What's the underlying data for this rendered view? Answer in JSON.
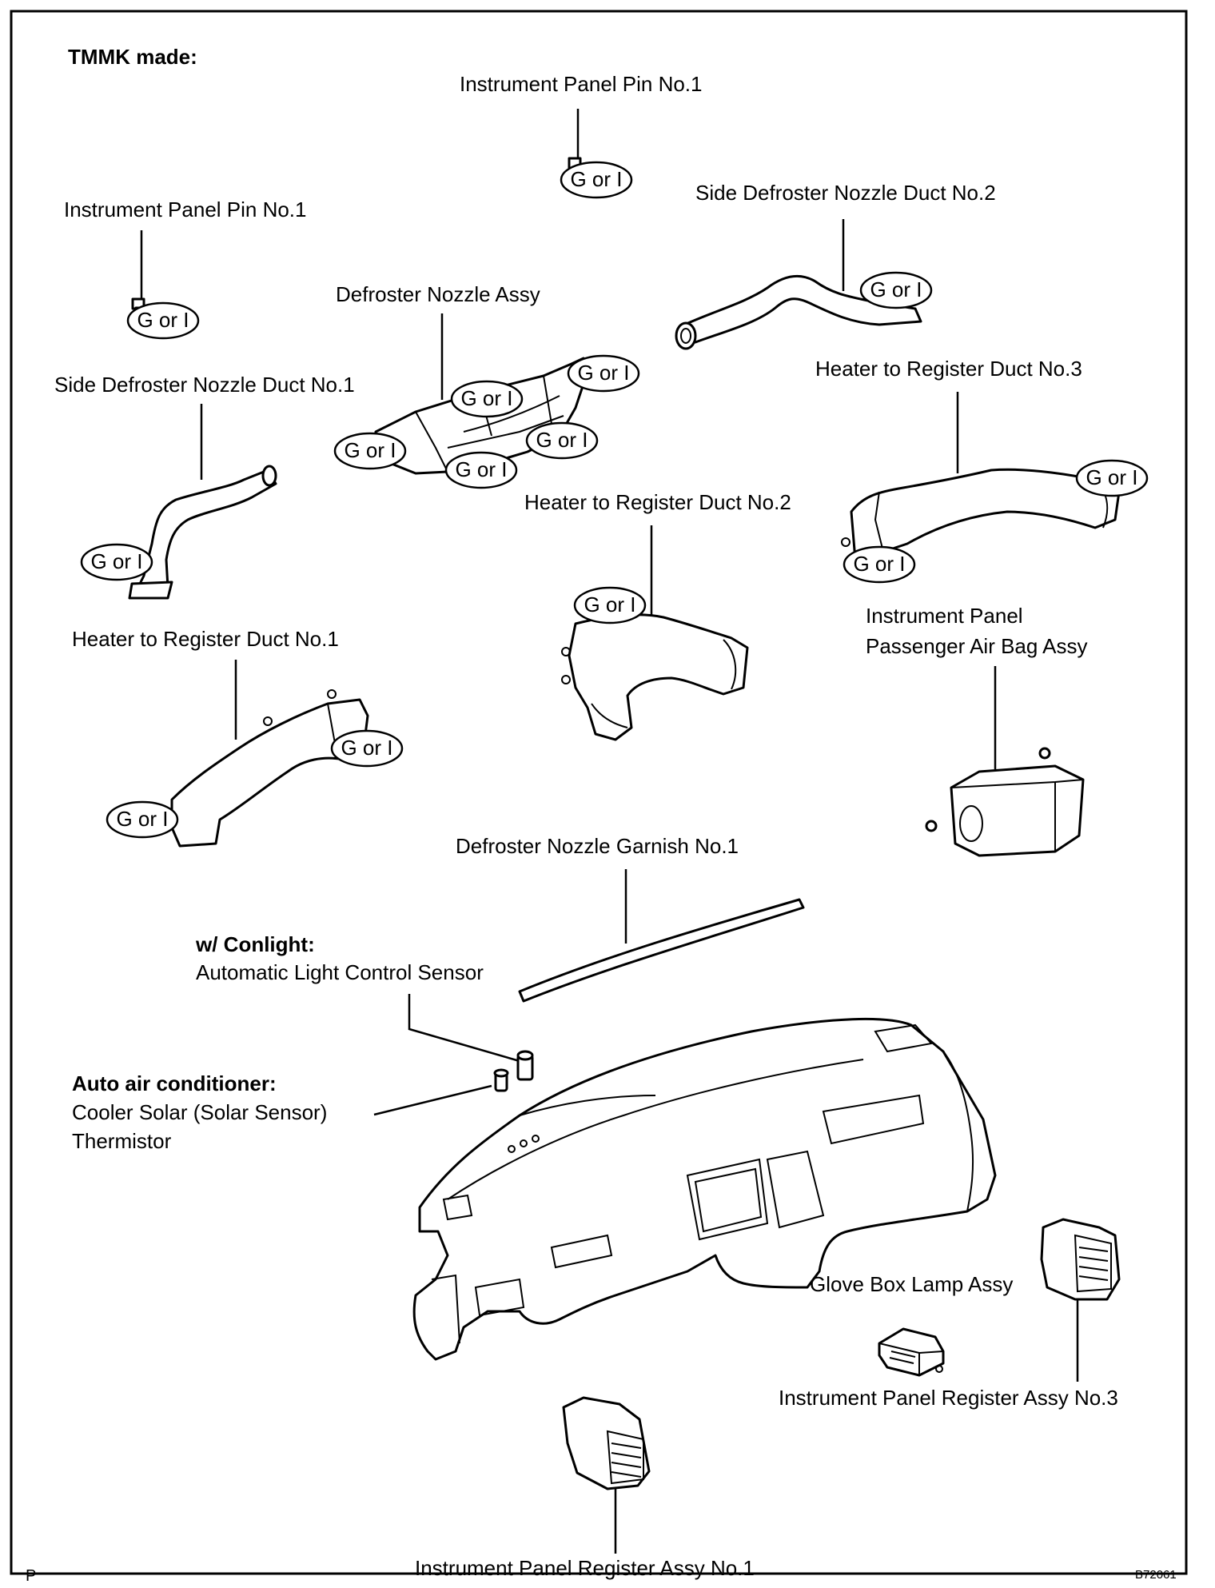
{
  "heading": "TMMK made:",
  "footer": {
    "left": "P",
    "right": "B72061"
  },
  "badge_text": "G or I",
  "labels": {
    "pin_top": "Instrument Panel Pin No.1",
    "pin_left": "Instrument Panel Pin No.1",
    "side_defroster_no2": "Side Defroster Nozzle Duct No.2",
    "defroster_nozzle_assy": "Defroster Nozzle Assy",
    "side_defroster_no1": "Side Defroster Nozzle Duct No.1",
    "heater_reg_no3": "Heater to Register Duct No.3",
    "heater_reg_no2": "Heater to Register Duct No.2",
    "heater_reg_no1": "Heater to Register Duct No.1",
    "airbag_line1": "Instrument Panel",
    "airbag_line2": "Passenger Air Bag Assy",
    "defroster_garnish": "Defroster Nozzle Garnish No.1",
    "conlight_heading": "w/ Conlight:",
    "conlight_sensor": "Automatic Light Control Sensor",
    "auto_ac_heading": "Auto air conditioner:",
    "solar_line1": "Cooler Solar (Solar Sensor)",
    "solar_line2": "Thermistor",
    "glove_box_lamp": "Glove Box Lamp Assy",
    "register_no3": "Instrument Panel Register Assy No.3",
    "register_no1": "Instrument Panel Register Assy No.1"
  }
}
